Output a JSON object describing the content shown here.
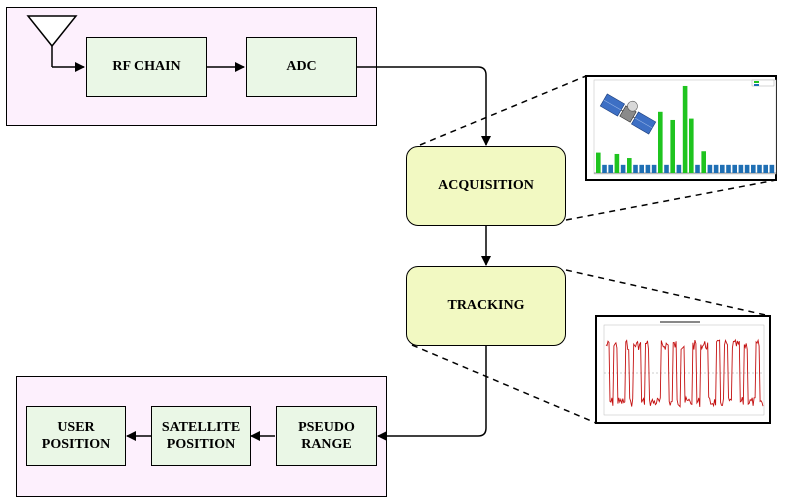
{
  "blocks": {
    "rf_chain": "RF CHAIN",
    "adc": "ADC",
    "acquisition": "ACQUISITION",
    "tracking": "TRACKING",
    "pseudo_range": "PSEUDO\nRANGE",
    "satellite_position": "SATELLITE\nPOSITION",
    "user_position": "USER\nPOSITION"
  },
  "colors": {
    "frame_fill": "#fdf0fd",
    "block_fill": "#eaf7e6",
    "process_fill": "#f2f9c2",
    "bar_green": "#1fc41f",
    "bar_blue": "#1f6fb4",
    "signal_red": "#c41010"
  },
  "insets": {
    "acquisition_plot": {
      "type": "bar",
      "series": [
        {
          "color": "blue",
          "values": [
            0.12,
            0.12,
            0.12,
            0.12,
            0.12,
            0.12,
            0.12,
            0.12,
            0.12,
            0.12,
            0.12,
            0.12,
            0.12,
            0.12,
            0.12,
            0.12,
            0.12,
            0.12,
            0.12,
            0.12,
            0.12,
            0.12,
            0.12,
            0.12,
            0.12,
            0.12,
            0.12,
            0.12,
            0.12
          ]
        },
        {
          "color": "green",
          "values": [
            0.3,
            0,
            0,
            0.28,
            0,
            0.22,
            0,
            0,
            0,
            0,
            0.9,
            0,
            0.78,
            0,
            1.28,
            0.8,
            0,
            0.32,
            0,
            0,
            0,
            0,
            0,
            0,
            0,
            0,
            0,
            0,
            0
          ]
        }
      ],
      "picture": "satellite-icon"
    },
    "tracking_plot": {
      "type": "line",
      "levels": [
        "high",
        "low"
      ]
    }
  }
}
